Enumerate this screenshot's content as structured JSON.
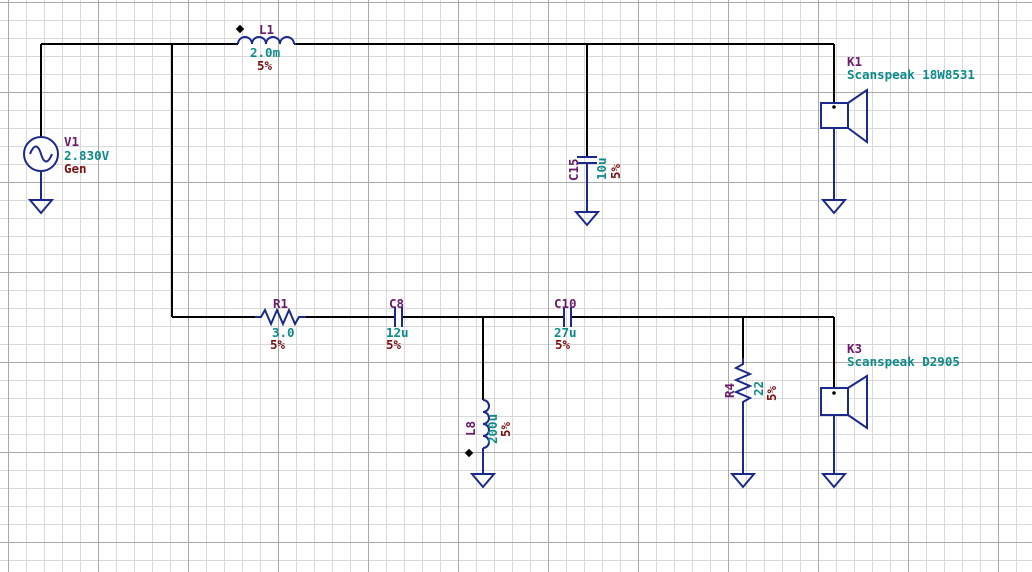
{
  "colors": {
    "wire": "#000000",
    "symbol": "#1b2a8a",
    "ref_label": "#6a1a6a",
    "value_label": "#0e8a8a",
    "tolerance_label": "#7a1010",
    "grid_major": "#a9a9a9",
    "grid_minor": "#d9d9d9"
  },
  "components": {
    "V1": {
      "ref": "V1",
      "value": "2.830V",
      "extra": "Gen"
    },
    "L1": {
      "ref": "L1",
      "value": "2.0m",
      "tol": "5%"
    },
    "C15": {
      "ref": "C15",
      "value": "10u",
      "tol": "5%"
    },
    "K1": {
      "ref": "K1",
      "value": "Scanspeak 18W8531"
    },
    "R1": {
      "ref": "R1",
      "value": "3.0",
      "tol": "5%"
    },
    "C8": {
      "ref": "C8",
      "value": "12u",
      "tol": "5%"
    },
    "C10": {
      "ref": "C10",
      "value": "27u",
      "tol": "5%"
    },
    "L8": {
      "ref": "L8",
      "value": "200u",
      "tol": "5%"
    },
    "R4": {
      "ref": "R4",
      "value": "22",
      "tol": "5%"
    },
    "K3": {
      "ref": "K3",
      "value": "Scanspeak D2905"
    }
  }
}
